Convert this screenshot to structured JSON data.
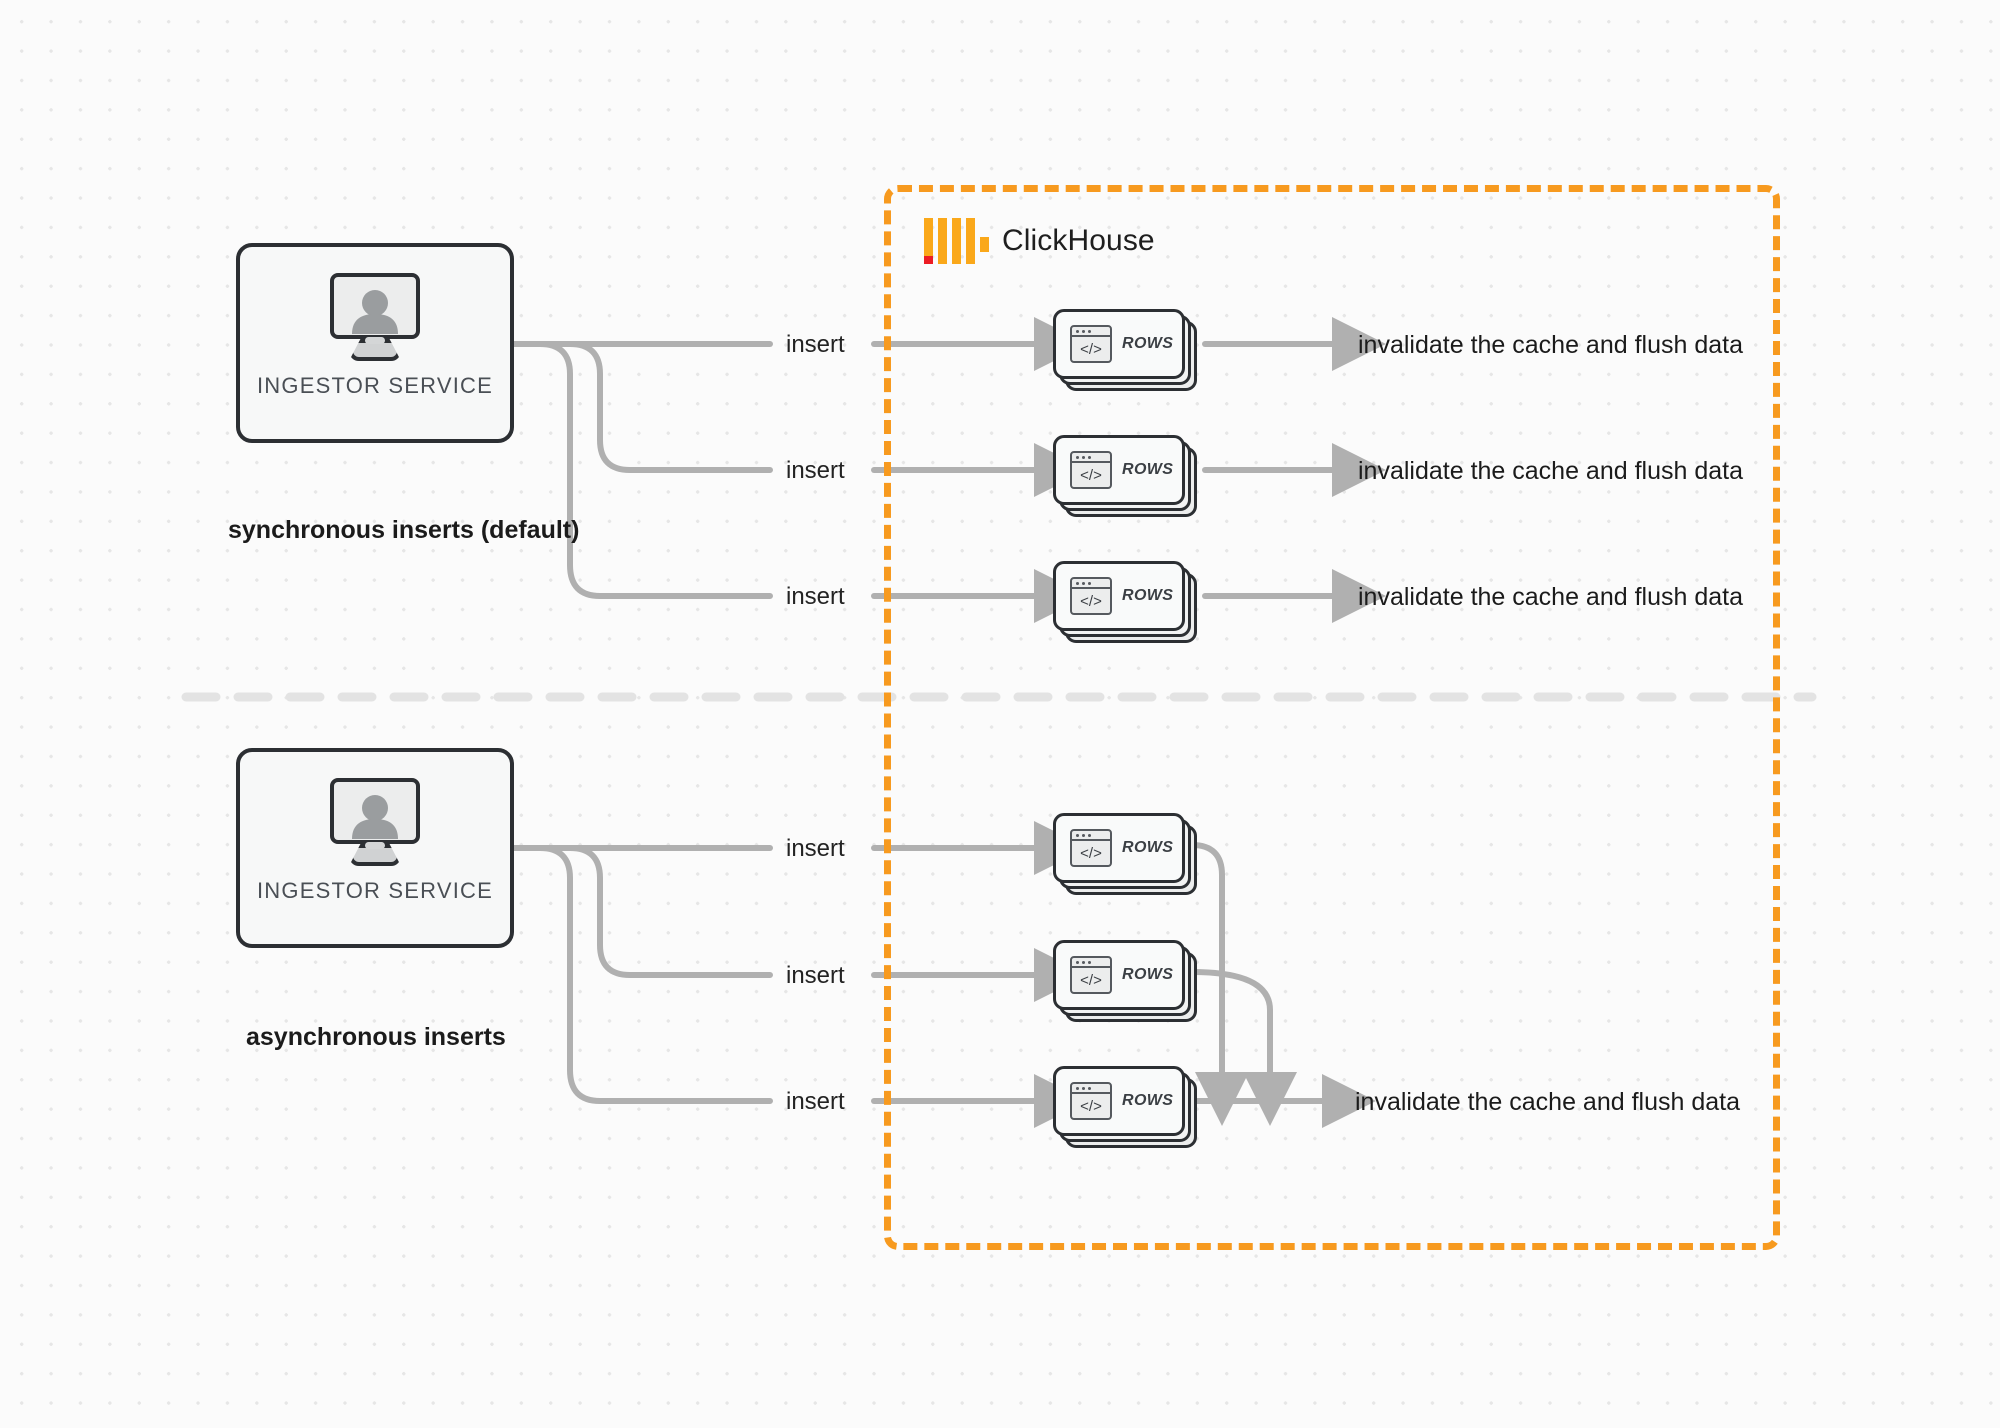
{
  "diagram": {
    "title": "ClickHouse synchronous vs asynchronous inserts",
    "background_color": "#fbfbfb",
    "accent_color": "#f79a1f",
    "wire_color": "#b0b0b0"
  },
  "clickhouse": {
    "brand_name": "ClickHouse",
    "logo_icon": "clickhouse-logo-icon",
    "border_color": "#f79a1f",
    "logo_bar_color": "#faa81a",
    "logo_tip_color": "#ec1c24"
  },
  "sections": [
    {
      "id": "synchronous",
      "caption": "synchronous inserts (default)",
      "service": {
        "label": "INGESTOR SERVICE",
        "icon": "monitor-user-icon"
      },
      "edges": [
        {
          "label": "insert",
          "node": "ROWS",
          "node_icon": "code-window-icon",
          "result": "invalidate the cache and flush data"
        },
        {
          "label": "insert",
          "node": "ROWS",
          "node_icon": "code-window-icon",
          "result": "invalidate the cache and flush data"
        },
        {
          "label": "insert",
          "node": "ROWS",
          "node_icon": "code-window-icon",
          "result": "invalidate the cache and flush data"
        }
      ]
    },
    {
      "id": "asynchronous",
      "caption": "asynchronous inserts",
      "service": {
        "label": "INGESTOR SERVICE",
        "icon": "monitor-user-icon"
      },
      "edges": [
        {
          "label": "insert",
          "node": "ROWS",
          "node_icon": "code-window-icon",
          "result": ""
        },
        {
          "label": "insert",
          "node": "ROWS",
          "node_icon": "code-window-icon",
          "result": ""
        },
        {
          "label": "insert",
          "node": "ROWS",
          "node_icon": "code-window-icon",
          "result": "invalidate the cache and flush data"
        }
      ]
    }
  ]
}
